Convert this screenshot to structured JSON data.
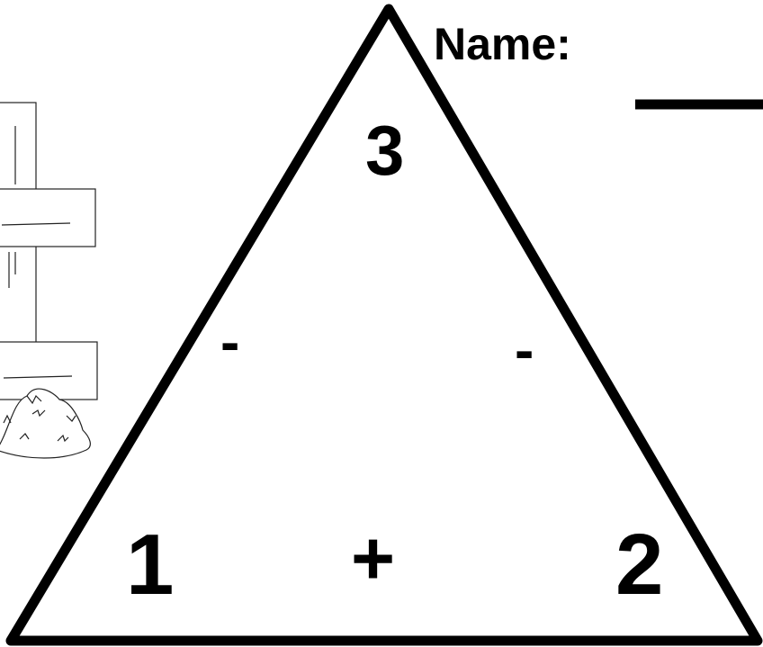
{
  "header": {
    "name_label": "Name:"
  },
  "triangle": {
    "top_number": "3",
    "bottom_left_number": "1",
    "bottom_right_number": "2",
    "left_operator": "-",
    "right_operator": "-",
    "bottom_operator": "+"
  },
  "decoration": {
    "icon": "fence-post-with-hay-illustration"
  }
}
